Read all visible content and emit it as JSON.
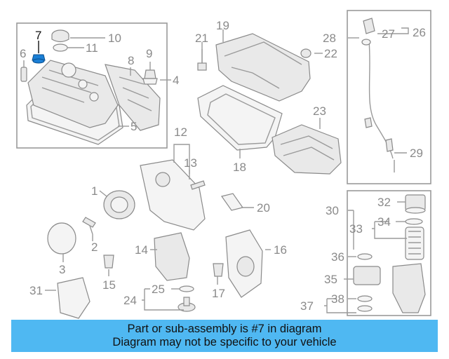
{
  "banner": {
    "line1": "Part or sub-assembly is #7 in diagram",
    "line2": "Diagram may not be specific to your vehicle",
    "background": "#4fb8f2"
  },
  "highlight": {
    "part_number": "7",
    "color": "#1a7fd6"
  },
  "callouts": {
    "c1": "1",
    "c2": "2",
    "c3": "3",
    "c4": "4",
    "c5": "5",
    "c6": "6",
    "c7": "7",
    "c8": "8",
    "c9": "9",
    "c10": "10",
    "c11": "11",
    "c12": "12",
    "c13": "13",
    "c14": "14",
    "c15": "15",
    "c16": "16",
    "c17": "17",
    "c18": "18",
    "c19": "19",
    "c20": "20",
    "c21": "21",
    "c22": "22",
    "c23": "23",
    "c24": "24",
    "c25": "25",
    "c26": "26",
    "c27": "27",
    "c28": "28",
    "c29": "29",
    "c30": "30",
    "c31": "31",
    "c32": "32",
    "c33": "33",
    "c34": "34",
    "c35": "35",
    "c36": "36",
    "c37": "37",
    "c38": "38"
  }
}
